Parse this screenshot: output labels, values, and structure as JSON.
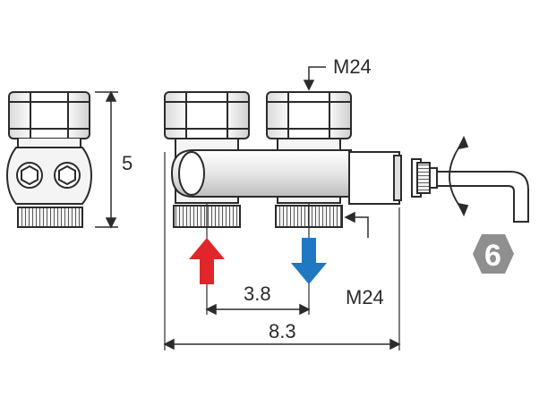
{
  "labels": {
    "thread_top": "M24",
    "thread_bottom": "M24",
    "height": "5",
    "spacing": "3.8",
    "total_length": "8.3",
    "hex_key": "6"
  },
  "colors": {
    "inlet_arrow": "#e0262b",
    "outlet_arrow": "#1f78c1",
    "hex_badge": "#8f8f8f",
    "line": "#2b2b2b",
    "metal_fill": "#f2f2f2"
  },
  "icons": {
    "inlet": "arrow-up-icon",
    "outlet": "arrow-down-icon",
    "rotation": "rotation-arrow-icon",
    "hex_key": "hex-key-icon"
  }
}
